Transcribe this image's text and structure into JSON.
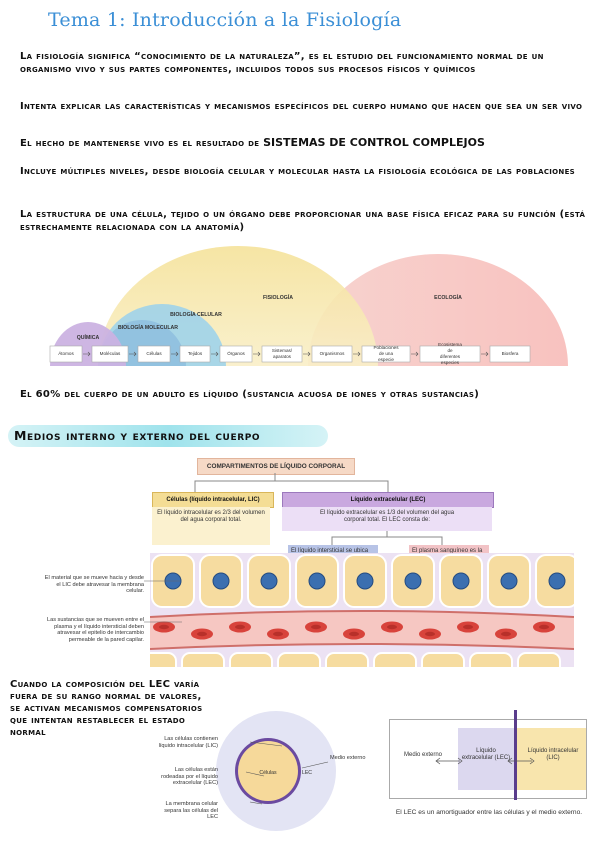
{
  "title": "Tema 1: Introducción a la Fisiología",
  "paragraphs": [
    "La fisiología significa “conocimiento de la naturaleza”, es el estudio del funcionamiento normal de un organismo vivo y sus partes componentes, incluidos todos sus procesos físicos y químicos",
    "Intenta explicar las características y mecanismos específicos del cuerpo humano que hacen que sea un ser vivo",
    "Incluye múltiples niveles, desde biología celular y molecular hasta la fisiología ecológica de las poblaciones",
    "La estructura de una célula, tejido o un órgano debe proporcionar una base física eficaz para su función (está estrechamente relacionada con la anatomía)"
  ],
  "control_line": {
    "prefix": "El hecho de mantenerse vivo es el resultado de",
    "emphasis": "SISTEMAS DE CONTROL COMPLEJOS"
  },
  "levels_diagram": {
    "domes": [
      "FISIOLOGÍA",
      "ECOLOGÍA",
      "BIOLOGÍA CELULAR",
      "BIOLOGÍA MOLECULAR",
      "QUÍMICA"
    ],
    "levels": [
      "Átomos",
      "Moléculas",
      "Células",
      "Tejidos",
      "Órganos",
      "Sistemas/ aparatos",
      "Organismos",
      "Poblaciones de una especie",
      "Ecosistema de diferentes especies",
      "Biosfera"
    ]
  },
  "water_fact": "El 60% del cuerpo de un adulto es líquido (sustancia acuosa de iones y otras sustancias)",
  "section_heading": "Medios interno y externo del cuerpo",
  "compartments": {
    "header": "COMPARTIMENTOS DE LÍQUIDO CORPORAL",
    "lic_title": "Células (líquido intracelular, LIC)",
    "lic_text": "El líquido intracelular es 2/3 del volumen del agua corporal total.",
    "lec_title": "Líquido extracelular (LEC)",
    "lec_text": "El líquido extracelular es 1/3 del volumen del agua corporal total. El LEC consta de:",
    "interstitial_text": "El líquido intersticial se ubica entre el sistema circulatorio y las células.",
    "plasma_text": "El plasma sanguíneo es la matriz líquida de la sangre.",
    "note_membrane": "El material que se mueve hacia y desde el LIC debe atravesar la membrana celular.",
    "note_capillary": "Las sustancias que se mueven entre el plasma y el líquido intersticial deben atravesar el epitelio de intercambio permeable de la pared capilar."
  },
  "compensation_text": "Cuando la composición del LEC varía fuera de su rango normal de valores, se activan mecanismos compensatorios que intentan restablecer el estado normal",
  "cell_diagram": {
    "cell_label": "Células",
    "lec_label": "LEC",
    "medio_label": "Medio externo",
    "note1": "Las células contienen líquido intracelular (LIC)",
    "note2": "Las células están rodeadas por el líquido extracelular (LEC)",
    "note3": "La membrana celular separa las células del LEC"
  },
  "buffer_diagram": {
    "col1": "Medio externo",
    "col2": "Líquido extracelular (LEC)",
    "col3": "Líquido intracelular (LIC)",
    "caption": "El LEC es un amortiguador entre las células y el medio externo."
  }
}
